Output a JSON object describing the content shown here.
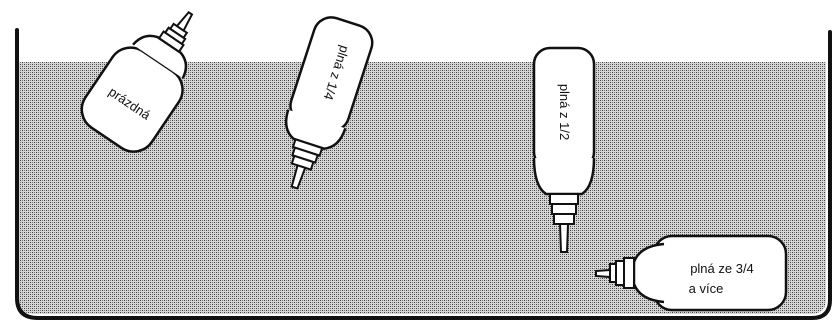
{
  "bottles": [
    {
      "id": "empty",
      "label_lines": [
        "prázdná"
      ]
    },
    {
      "id": "quarter",
      "label_lines": [
        "plná z 1/4"
      ]
    },
    {
      "id": "half",
      "label_lines": [
        "plná z 1/2"
      ]
    },
    {
      "id": "three_quarters",
      "label_lines": [
        "plná ze 3/4",
        "a více"
      ]
    }
  ],
  "colors": {
    "water_pattern_dark": "#3c3c3c",
    "water_pattern_light": "#d6d6d6",
    "outline": "#111111",
    "bottle_fill": "#ffffff"
  }
}
